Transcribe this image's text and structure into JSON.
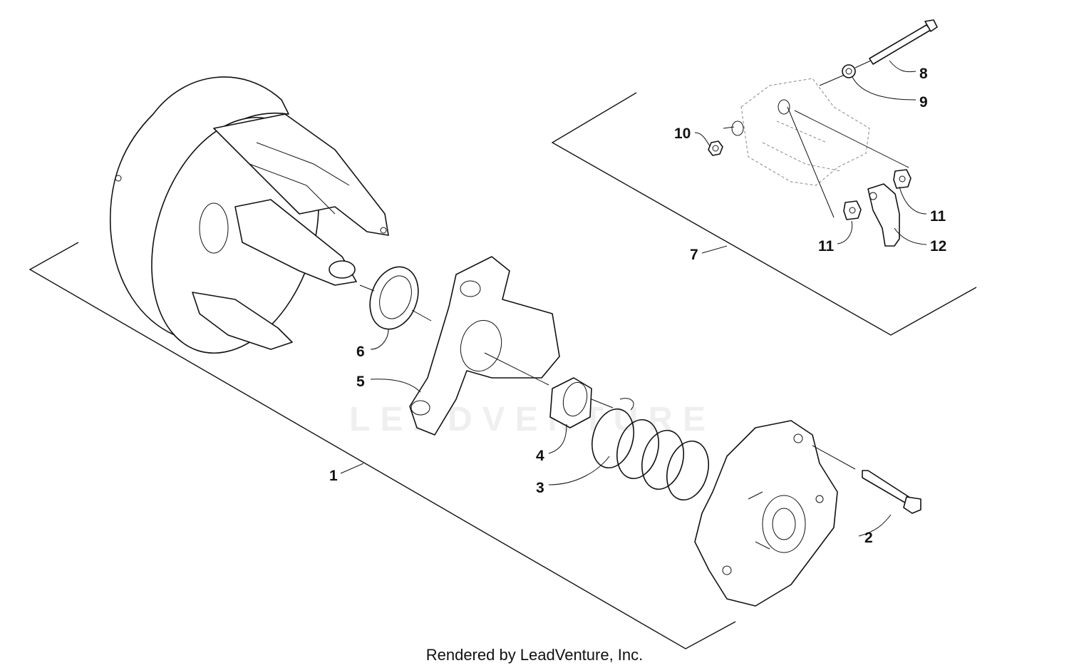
{
  "callouts": {
    "c1": "1",
    "c2": "2",
    "c3": "3",
    "c4": "4",
    "c5": "5",
    "c6": "6",
    "c7": "7",
    "c8": "8",
    "c9": "9",
    "c10": "10",
    "c11a": "11",
    "c11b": "11",
    "c12": "12"
  },
  "watermark": "LEADVENTURE",
  "footer": "Rendered by LeadVenture, Inc."
}
